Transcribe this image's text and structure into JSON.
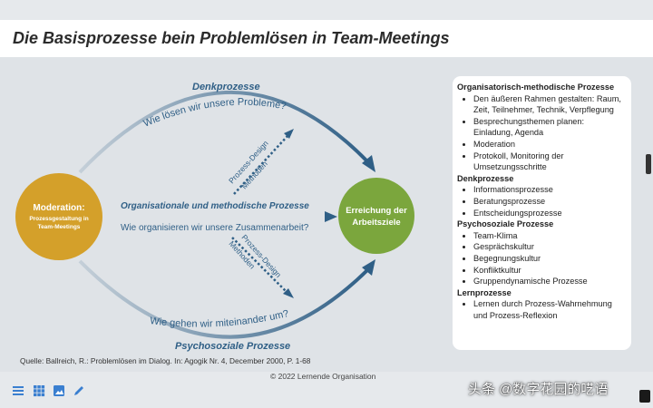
{
  "title": "Die Basisprozesse bein Problemlösen in Team-Meetings",
  "diagram": {
    "moderation": {
      "title": "Moderation:",
      "subtitle_1": "Prozessgestaltung in",
      "subtitle_2": "Team-Meetings"
    },
    "goal": {
      "line_1": "Erreichung der",
      "line_2": "Arbeitsziele"
    },
    "top": {
      "label": "Denkprozesse",
      "question": "Wie lösen wir unsere Probleme?"
    },
    "middle": {
      "label": "Organisationale und methodische Prozesse",
      "question": "Wie organisieren wir unsere Zusammenarbeit?"
    },
    "bottom": {
      "label": "Psychosoziale Prozesse",
      "question": "Wie gehen wir miteinander um?"
    },
    "upper_diag": {
      "line_1": "Prozess-Design",
      "line_2": "Methoden"
    },
    "lower_diag": {
      "line_1": "Prozess-Design",
      "line_2": "Methoden"
    },
    "colors": {
      "blue": "#2f5f86",
      "moderation": "#d4a02a",
      "goal": "#7ba63d"
    }
  },
  "panel": {
    "sections": [
      {
        "heading": "Organisatorisch-methodische Prozesse",
        "items": [
          "Den äußeren Rahmen gestalten: Raum, Zeit, Teilnehmer, Technik, Verpflegung",
          "Besprechungsthemen planen: Einladung, Agenda",
          "Moderation",
          "Protokoll, Monitoring der Umsetzungsschritte"
        ]
      },
      {
        "heading": "Denkprozesse",
        "items": [
          "Informationsprozesse",
          "Beratungsprozesse",
          "Entscheidungsprozesse"
        ]
      },
      {
        "heading": "Psychosoziale Prozesse",
        "items": [
          "Team-Klima",
          "Gesprächskultur",
          "Begegnungskultur",
          "Konfliktkultur",
          "Gruppendynamische Prozesse"
        ]
      },
      {
        "heading": "Lernprozesse",
        "items": [
          "Lernen durch Prozess-Wahrnehmung und Prozess-Reflexion"
        ]
      }
    ]
  },
  "source": "Quelle: Ballreich, R.: Problemlösen im Dialog. In: Agogik Nr. 4, December 2000, P. 1-68",
  "copyright": "© 2022 Lernende Organisation",
  "watermark": "头条 @数字花园的呓语",
  "toolbar": {
    "icons": [
      "menu-icon",
      "grid-icon",
      "image-icon",
      "pen-icon"
    ],
    "color": "#3a7fd0"
  }
}
